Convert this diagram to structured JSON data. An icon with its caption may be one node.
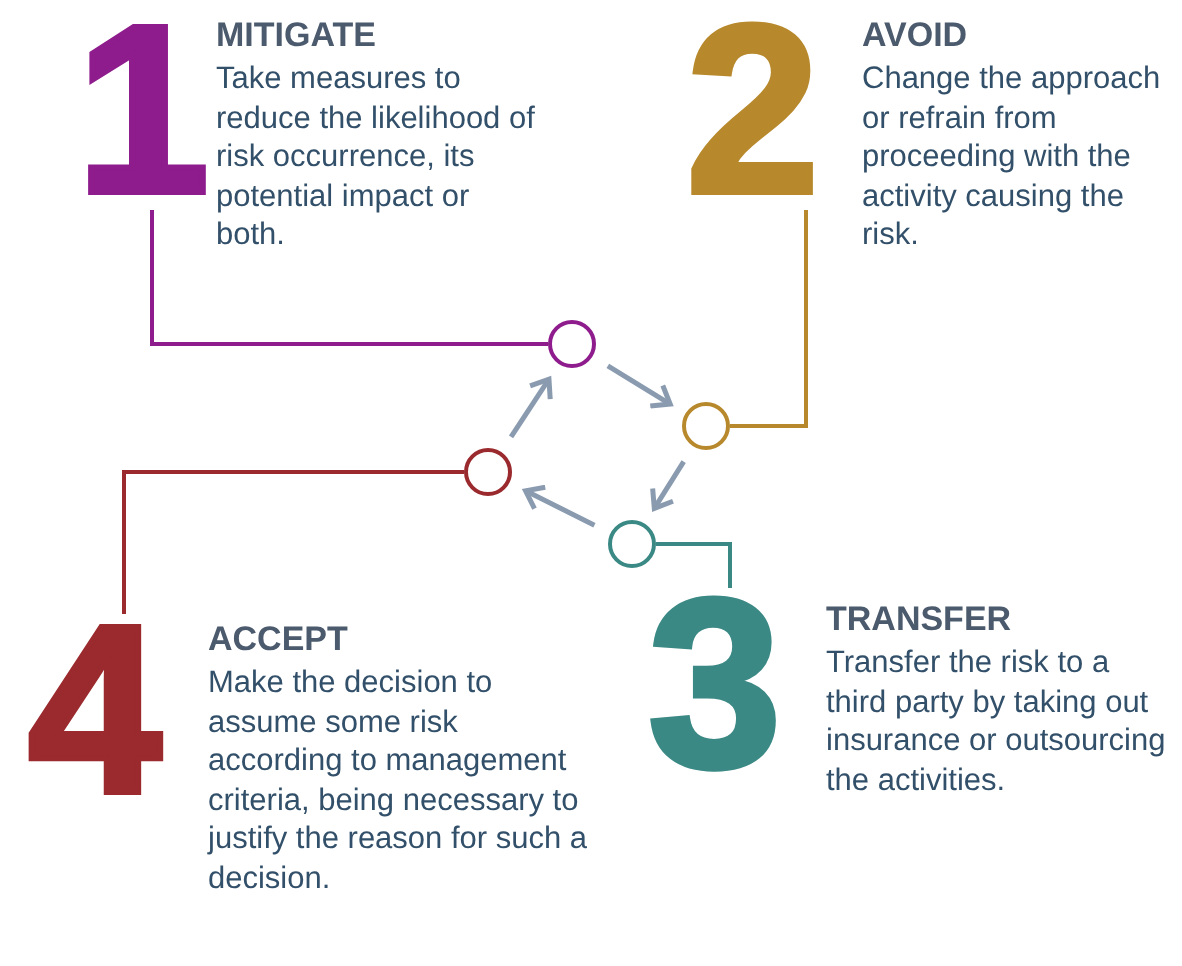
{
  "diagram": {
    "nodes": [
      {
        "text": [
          "1"
        ]
      },
      {
        "text": [
          "MITIGATE",
          "Take measures to reduce the likelihood of risk occurrence, its potential impact or both."
        ]
      },
      {
        "text": [
          "2"
        ]
      },
      {
        "text": [
          "AVOID",
          "Change the approach or refrain from proceeding with the activity causing the risk."
        ]
      },
      {
        "text": [
          "3"
        ]
      },
      {
        "text": [
          "TRANSFER",
          "Transfer the risk to a third party by taking out insurance or outsourcing the activities."
        ]
      },
      {
        "text": [
          "4"
        ]
      },
      {
        "text": [
          "ACCEPT",
          "Make the decision to assume some risk according to management criteria, being necessary to justify the reason for such a decision."
        ]
      },
      {
        "text": [],
        "shape": "circle"
      },
      {
        "text": [],
        "shape": "circle"
      },
      {
        "text": [],
        "shape": "circle"
      },
      {
        "text": [],
        "shape": "circle"
      }
    ],
    "edges": [
      {
        "from": 0,
        "to": 8,
        "arrow": "none",
        "color": "#8e1c8c"
      },
      {
        "from": 2,
        "to": 9,
        "arrow": "none",
        "color": "#b8892c"
      },
      {
        "from": 4,
        "to": 10,
        "arrow": "none",
        "color": "#3b8985"
      },
      {
        "from": 6,
        "to": 11,
        "arrow": "none",
        "color": "#9a2a2e"
      },
      {
        "from": 8,
        "to": 9,
        "arrow": "to",
        "color": "#8a9bb0"
      },
      {
        "from": 9,
        "to": 10,
        "arrow": "to",
        "color": "#8a9bb0"
      },
      {
        "from": 10,
        "to": 11,
        "arrow": "to",
        "color": "#8a9bb0"
      },
      {
        "from": 11,
        "to": 8,
        "arrow": "to",
        "color": "#8a9bb0"
      }
    ]
  }
}
